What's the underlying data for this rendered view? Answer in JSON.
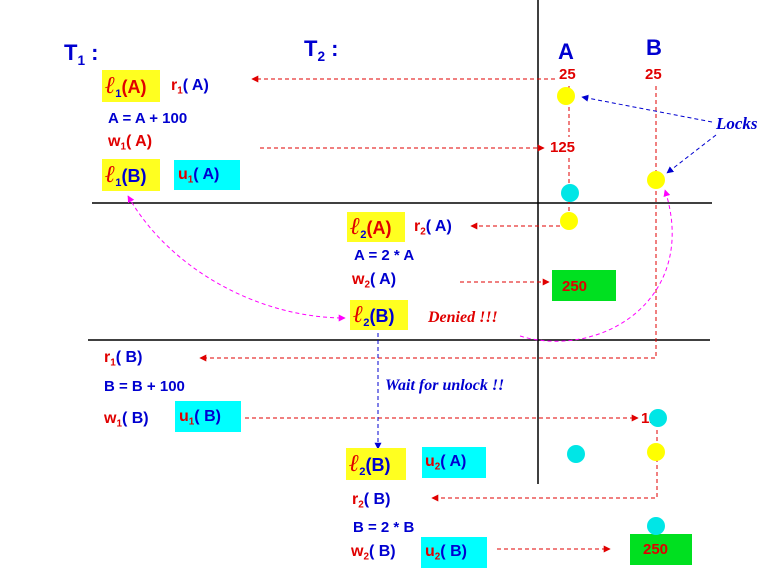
{
  "headers": {
    "t1": "T",
    "t1_sub": "1",
    "t2": "T",
    "t2_sub": "2",
    "colon": ":",
    "a": "A",
    "b": "B"
  },
  "values": {
    "a_init": "25",
    "b_init": "25",
    "a_mid": "125",
    "a_final": "250",
    "b_mid": "125",
    "b_final": "250"
  },
  "annotations": {
    "locks": "Locks",
    "denied": "Denied !!!",
    "wait": "Wait for unlock !!"
  },
  "ops": {
    "lock_sym": "ℓ",
    "l1A_sub": "1",
    "l1A_arg": "(A)",
    "r1A": "r",
    "r1A_sub": "1",
    "r1A_arg": "( A)",
    "a_plus": "A = A + 100",
    "w1A": "w",
    "w1A_sub": "1",
    "w1A_arg": "( A)",
    "l1B_sub": "1",
    "l1B_arg": "(B)",
    "u1A": "u",
    "u1A_sub": "1",
    "u1A_arg": "( A)",
    "l2A_sub": "2",
    "l2A_arg": "(A)",
    "r2A": "r",
    "r2A_sub": "2",
    "r2A_arg": "( A)",
    "a_times": "A = 2 * A",
    "w2A": "w",
    "w2A_sub": "2",
    "w2A_arg": "( A)",
    "l2B_sub": "2",
    "l2B_arg": "(B)",
    "r1B": "r",
    "r1B_sub": "1",
    "r1B_arg": "( B)",
    "b_plus": "B = B + 100",
    "w1B": "w",
    "w1B_sub": "1",
    "w1B_arg": "( B)",
    "u1B": "u",
    "u1B_sub": "1",
    "u1B_arg": "( B)",
    "l2B2_sub": "2",
    "l2B2_arg": "(B)",
    "u2A": "u",
    "u2A_sub": "2",
    "u2A_arg": "( A)",
    "r2B": "r",
    "r2B_sub": "2",
    "r2B_arg": "( B)",
    "b_times": "B = 2 * B",
    "w2B": "w",
    "w2B_sub": "2",
    "w2B_arg": "( B)",
    "u2B": "u",
    "u2B_sub": "2",
    "u2B_arg": "( B)"
  },
  "colors": {
    "red": "#e00000",
    "blue": "#0000d0",
    "magenta": "#ff00ff",
    "yellow": "#ffff20",
    "cyan": "#00ffff",
    "green": "#00e020"
  }
}
